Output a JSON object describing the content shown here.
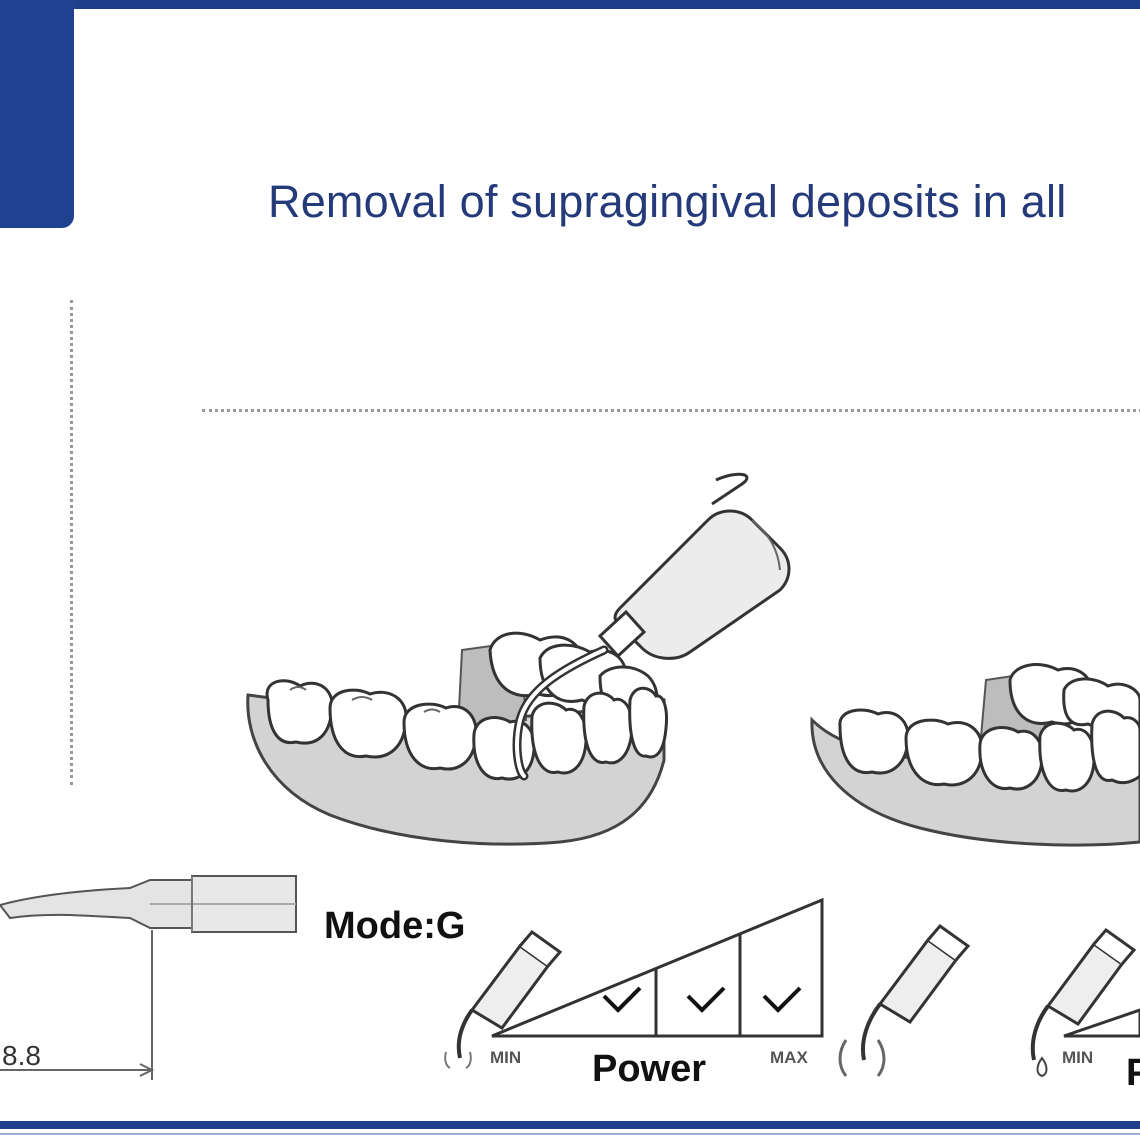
{
  "heading": "Removal of supragingival deposits in all",
  "tip": {
    "mode": "Mode:G",
    "dimension": "8.8"
  },
  "power_scale": {
    "label": "Power",
    "min": "MIN",
    "max": "MAX",
    "checked_levels": 3
  },
  "power_scale_2": {
    "label_partial": "P",
    "min": "MIN"
  },
  "colors": {
    "brand_blue": "#1f4190",
    "heading_text": "#253a7a",
    "gum_gray": "#d3d3d3"
  },
  "icons": [
    "tooth-scaling-illustration",
    "scaler-tip-icon",
    "water-drop-icon",
    "vibration-icon",
    "check-icon"
  ]
}
